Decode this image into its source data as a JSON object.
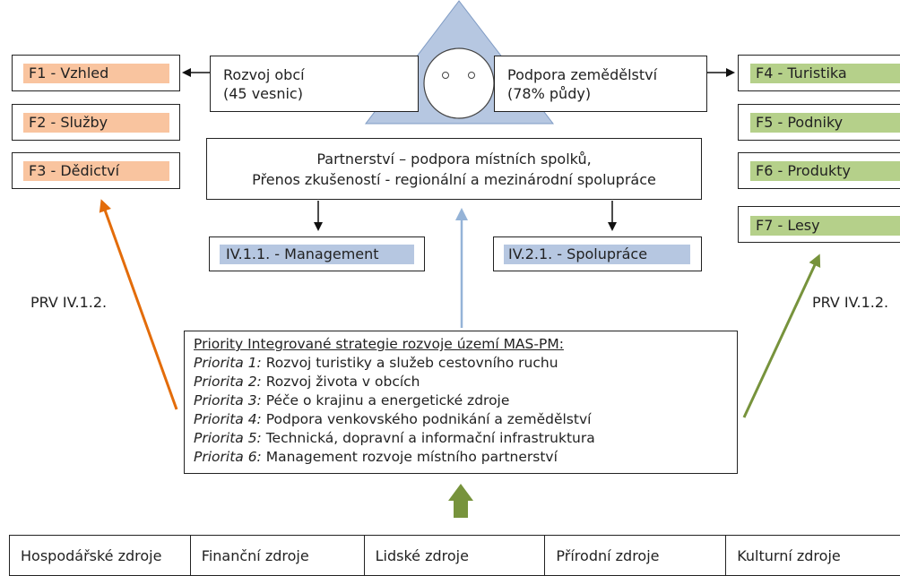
{
  "left_boxes": [
    {
      "label": "F1 - Vzhled"
    },
    {
      "label": "F2 - Služby"
    },
    {
      "label": "F3 - Dědictví"
    }
  ],
  "right_boxes": [
    {
      "label": "F4 - Turistika"
    },
    {
      "label": "F5 - Podniky"
    },
    {
      "label": "F6 - Produkty"
    },
    {
      "label": "F7 - Lesy"
    }
  ],
  "top": {
    "rozvoj_line1": "Rozvoj obcí",
    "rozvoj_line2": "(45 vesnic)",
    "podpora_line1": "Podpora zemědělství",
    "podpora_line2": "(78% půdy)"
  },
  "partnerstvi": {
    "line1": "Partnerství – podpora místních spolků,",
    "line2": "Přenos zkušeností - regionální a mezinárodní spolupráce"
  },
  "management_label": "IV.1.1. - Management",
  "spoluprace_label": "IV.2.1. - Spolupráce",
  "prv_left": "PRV IV.1.2.",
  "prv_right": "PRV IV.1.2.",
  "priorities": {
    "heading": "Priority Integrované strategie rozvoje území MAS-PM:",
    "items": [
      {
        "label": "Priorita 1:",
        "text": " Rozvoj turistiky a služeb cestovního ruchu"
      },
      {
        "label": "Priorita 2:",
        "text": " Rozvoj života v obcích"
      },
      {
        "label": "Priorita 3:",
        "text": " Péče o krajinu a energetické zdroje"
      },
      {
        "label": "Priorita 4:",
        "text": " Podpora venkovského podnikání a zemědělství"
      },
      {
        "label": "Priorita 5:",
        "text": " Technická, dopravní a informační infrastruktura"
      },
      {
        "label": "Priorita 6:",
        "text": " Management rozvoje místního partnerství"
      }
    ]
  },
  "resources": [
    "Hospodářské zdroje",
    "Finanční zdroje",
    "Lidské zdroje",
    "Přírodní zdroje",
    "Kulturní zdroje"
  ],
  "colors": {
    "orange": "#f9c49f",
    "green": "#b5d08a",
    "blue": "#b6c7e1",
    "orange_arrow": "#e36c0a",
    "green_arrow": "#77933c",
    "blue_arrow": "#95b3d7"
  }
}
